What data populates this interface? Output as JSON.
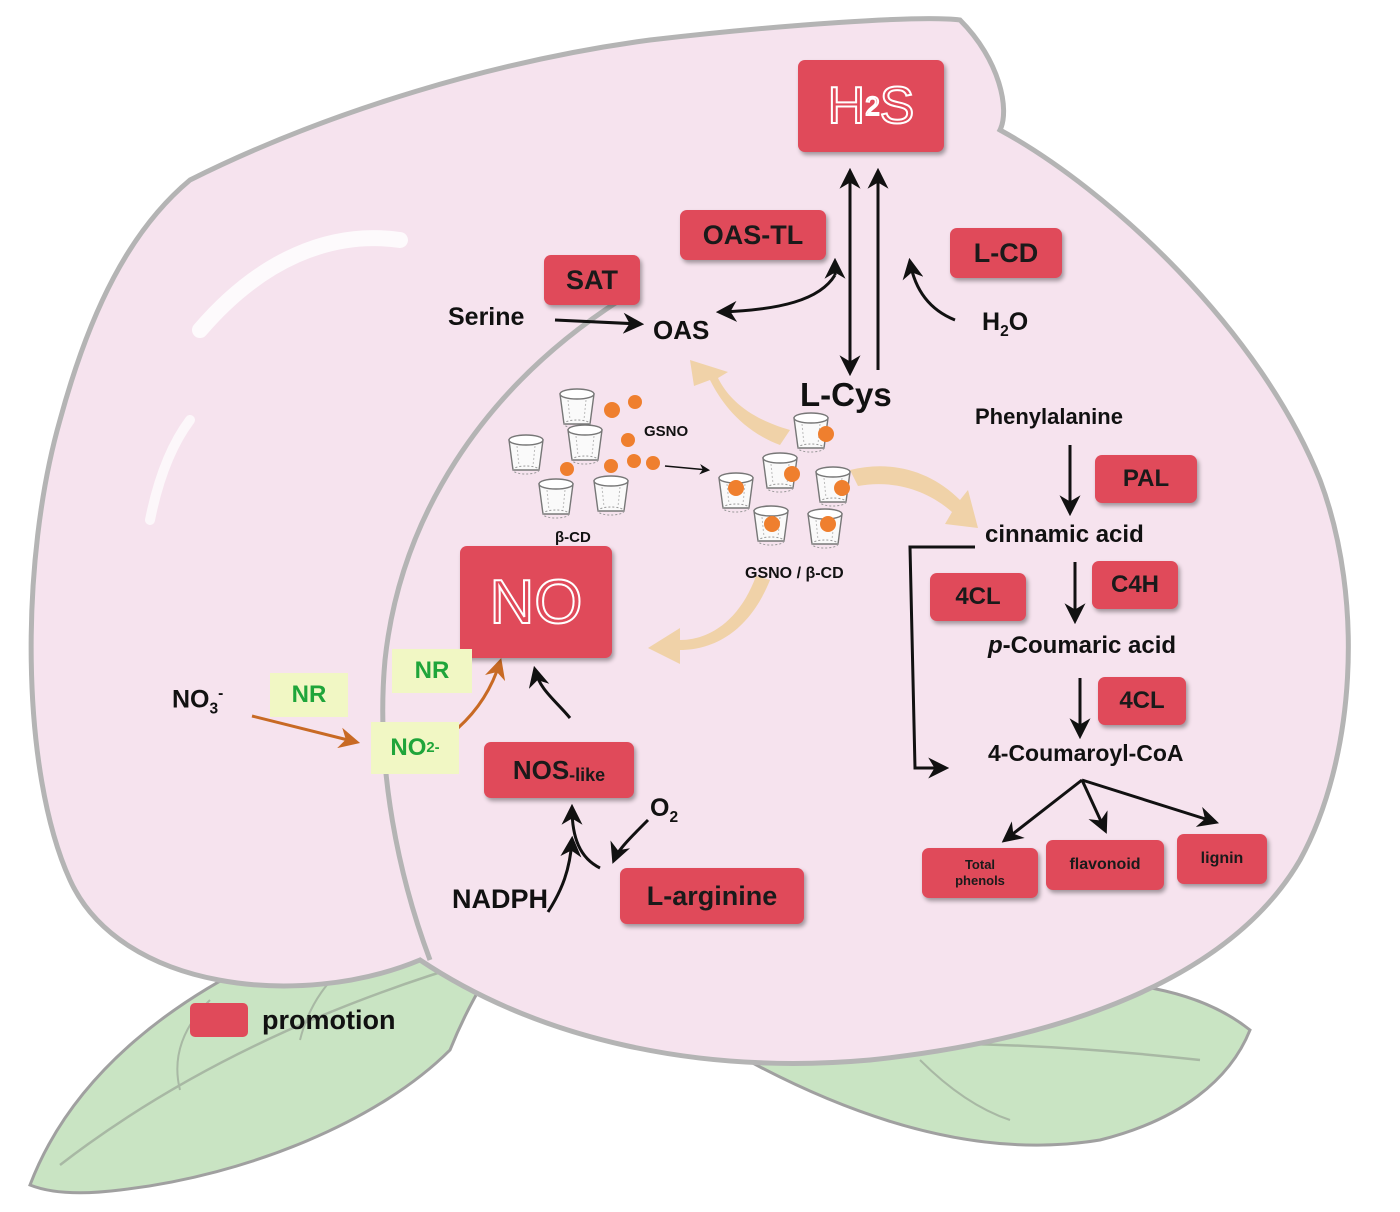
{
  "metabolites": {
    "serine": "Serine",
    "oas": "OAS",
    "lcys": "L-Cys",
    "h2o": "H",
    "h2o_sub": "2",
    "h2o_tail": "O",
    "gsno": "GSNO",
    "bcd": "β-CD",
    "gsno_bcd": "GSNO / β-CD",
    "phenylalanine": "Phenylalanine",
    "cinnamic": "cinnamic acid",
    "coumaric_italic": "p",
    "coumaric": "-Coumaric acid",
    "coumaroyl": "4-Coumaroyl-CoA",
    "no3": "NO",
    "no3_sub": "3",
    "no3_sup": "-",
    "o2": "O",
    "o2_sub": "2",
    "nadph": "NADPH"
  },
  "red_boxes": {
    "h2s": "H",
    "h2s_sub": "2",
    "h2s_tail": "S",
    "oas_tl": "OAS-TL",
    "sat": "SAT",
    "lcd": "L-CD",
    "pal": "PAL",
    "c4h": "C4H",
    "fourcl_a": "4CL",
    "fourcl_b": "4CL",
    "no": "NO",
    "nos": "NOS",
    "nos_like": "-like",
    "larginine": "L-arginine",
    "total_phenols_1": "Total",
    "total_phenols_2": "phenols",
    "flavonoid": "flavonoid",
    "lignin": "lignin"
  },
  "green_boxes": {
    "nr1": "NR",
    "nr2": "NR",
    "no2": "NO",
    "no2_sub": "2",
    "no2_sup": "-"
  },
  "legend": {
    "label": "promotion"
  },
  "colors": {
    "promotion_box": "#e04a5a",
    "enzyme_green_text": "#1fa53a",
    "enzyme_green_bg": "#f1f7c4",
    "peach": "#f6e3ee",
    "leaf": "#c9e4c3",
    "big_arrow": "#f0d2a8",
    "nitrate_arrow": "#c86a24",
    "gsno_dot": "#ef7f2e"
  }
}
